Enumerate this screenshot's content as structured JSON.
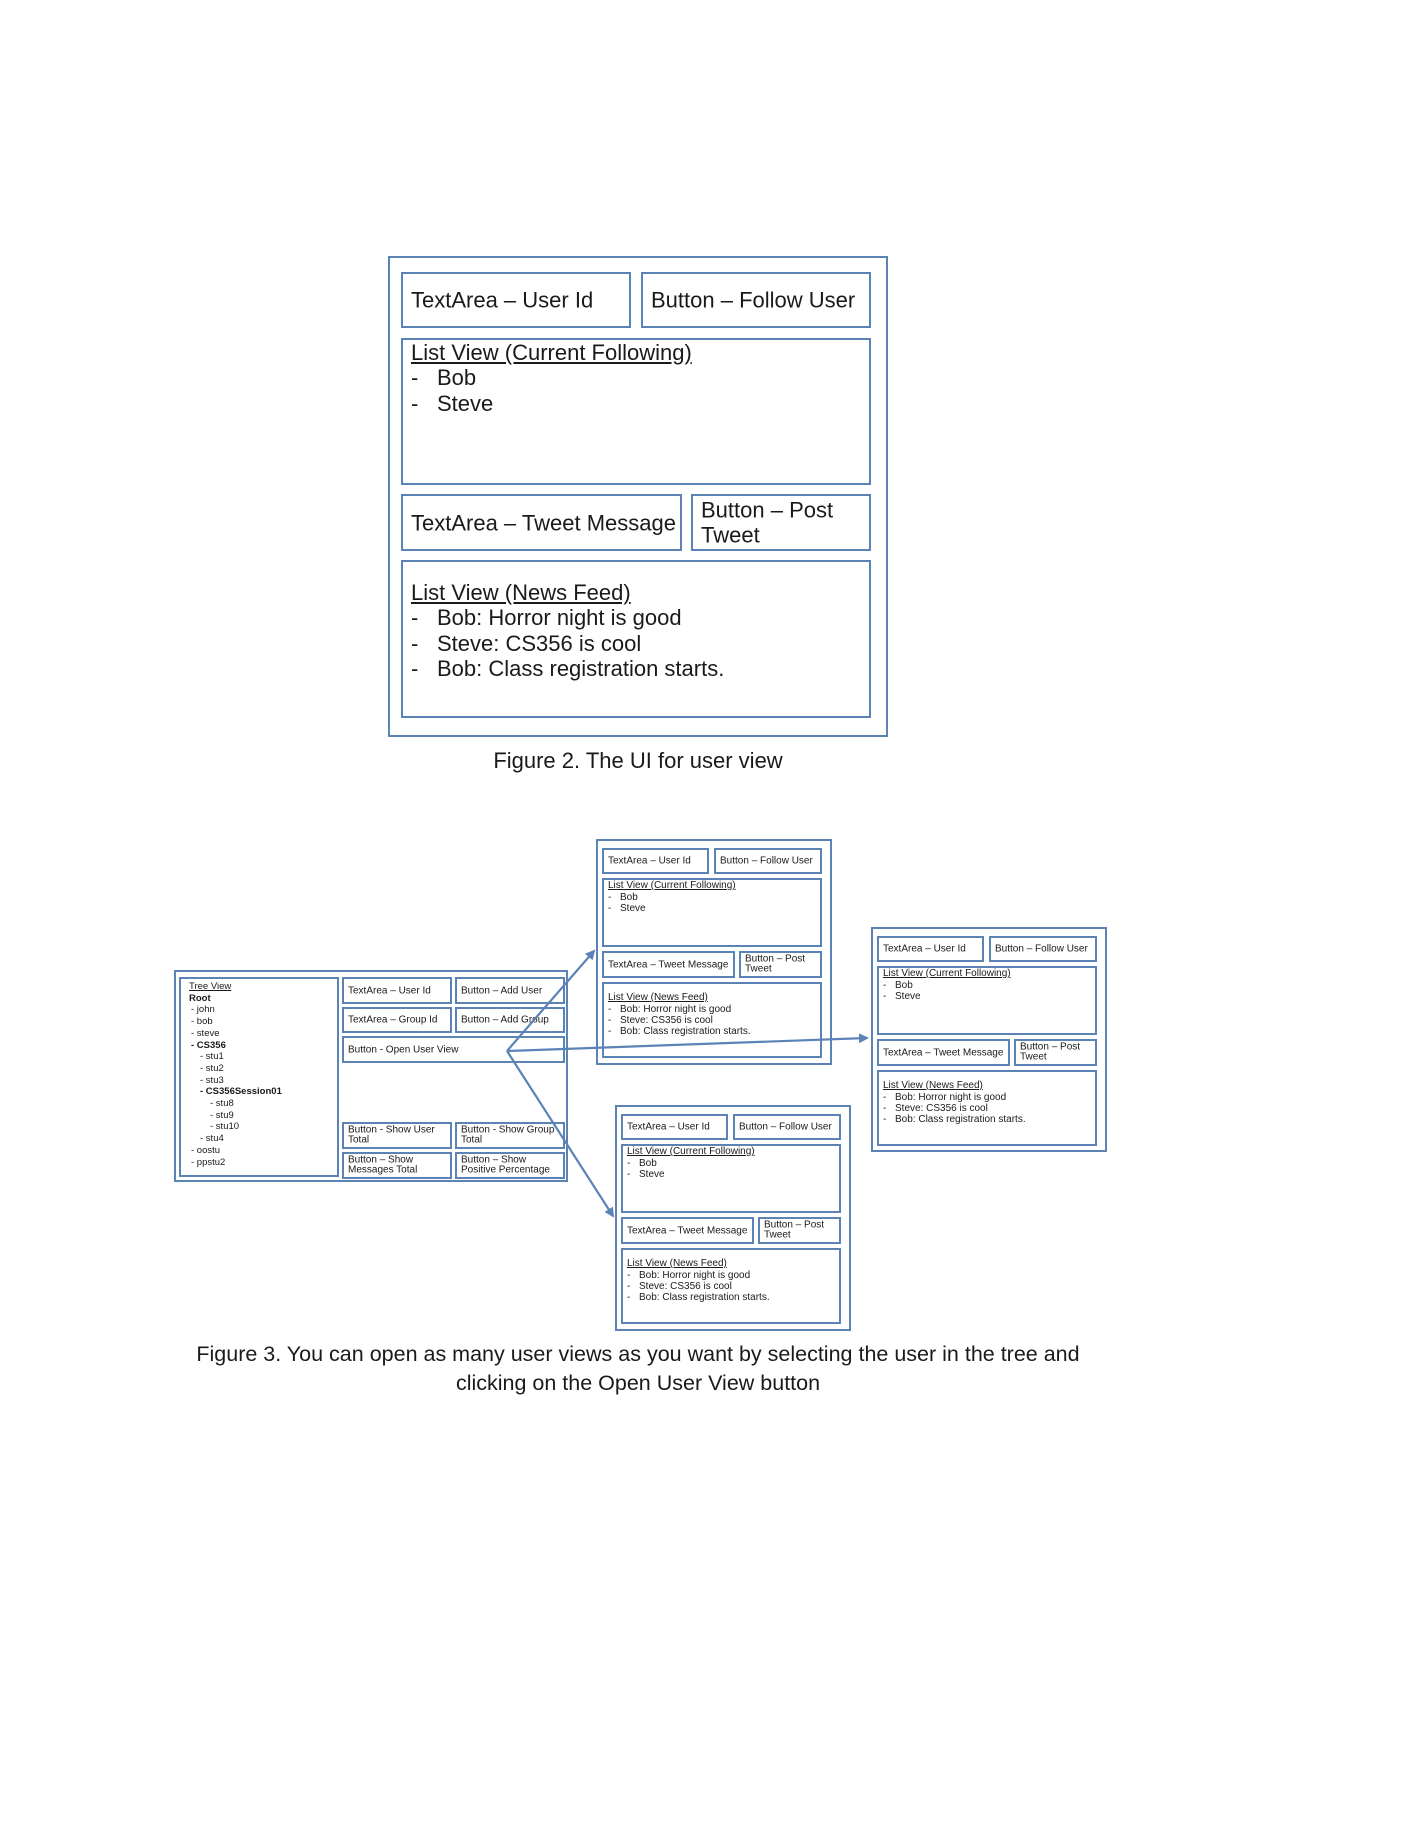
{
  "colors": {
    "border": "#5b83b6",
    "arrow": "#5b83b6"
  },
  "user_view": {
    "user_id_label": "TextArea – User Id",
    "follow_user_label": "Button – Follow User",
    "following_title": "List View (Current Following)",
    "following": [
      "Bob",
      "Steve"
    ],
    "tweet_message_label": "TextArea – Tweet Message",
    "post_tweet_label": "Button – Post Tweet",
    "post_tweet_line1": "Button – Post",
    "post_tweet_line2": "Tweet",
    "news_feed_title": "List View (News Feed)",
    "news_feed": [
      "Bob: Horror night is good",
      "Steve: CS356 is cool",
      "Bob: Class registration starts."
    ]
  },
  "dash": "-",
  "figure2_caption": "Figure 2. The UI for user view",
  "admin_view": {
    "tree_title": "Tree View",
    "tree_root": "Root",
    "tree_items": [
      "- john",
      "- bob",
      "- steve"
    ],
    "tree_group": "- CS356",
    "tree_group_items": [
      "- stu1",
      "- stu2",
      "- stu3"
    ],
    "tree_subgroup": "- CS356Session01",
    "tree_subgroup_items": [
      "- stu8",
      "- stu9",
      "- stu10"
    ],
    "tree_after_group": [
      "- stu4"
    ],
    "tree_tail": [
      "- oostu",
      "- ppstu2"
    ],
    "user_id_label": "TextArea – User Id",
    "add_user_label": "Button – Add User",
    "group_id_label": "TextArea – Group Id",
    "add_group_label": "Button – Add Group",
    "open_user_view_label": "Button - Open User View",
    "show_user_total_line1": "Button - Show User",
    "show_user_total_line2": "Total",
    "show_group_total_line1": "Button - Show Group",
    "show_group_total_line2": "Total",
    "show_messages_total_line1": "Button – Show",
    "show_messages_total_line2": "Messages Total",
    "show_positive_line1": "Button – Show",
    "show_positive_line2": "Positive Percentage"
  },
  "figure3_caption_line1": "Figure 3. You can open as many user views as you want by selecting the user in the tree and",
  "figure3_caption_line2": "clicking on the Open User View button"
}
